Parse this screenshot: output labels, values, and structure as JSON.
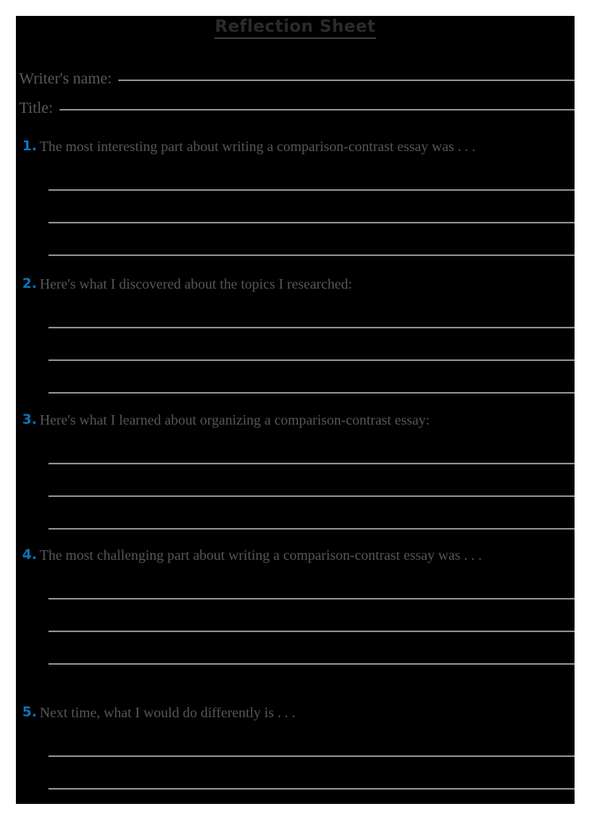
{
  "page": {
    "title": "Reflection Sheet",
    "background_color": "#000000",
    "rule_color": "#8c8c8c",
    "number_color": "#0b76bd",
    "text_color": "#575757",
    "title_color": "#2b2b2b"
  },
  "fields": [
    {
      "label": "Writer's name:"
    },
    {
      "label": "Title:"
    }
  ],
  "prompts": [
    {
      "number": "1.",
      "text": "The most interesting part about writing a comparison-contrast essay was . . .",
      "line_count": 3
    },
    {
      "number": "2.",
      "text": "Here's what I discovered about the topics I researched:",
      "line_count": 3
    },
    {
      "number": "3.",
      "text": "Here's what I learned about organizing a comparison-contrast essay:",
      "line_count": 3
    },
    {
      "number": "4.",
      "text": "The most challenging part about writing a comparison-contrast essay was . . .",
      "line_count": 3
    },
    {
      "number": "5.",
      "text": "Next time, what I would do differently is . . .",
      "line_count": 3
    }
  ]
}
